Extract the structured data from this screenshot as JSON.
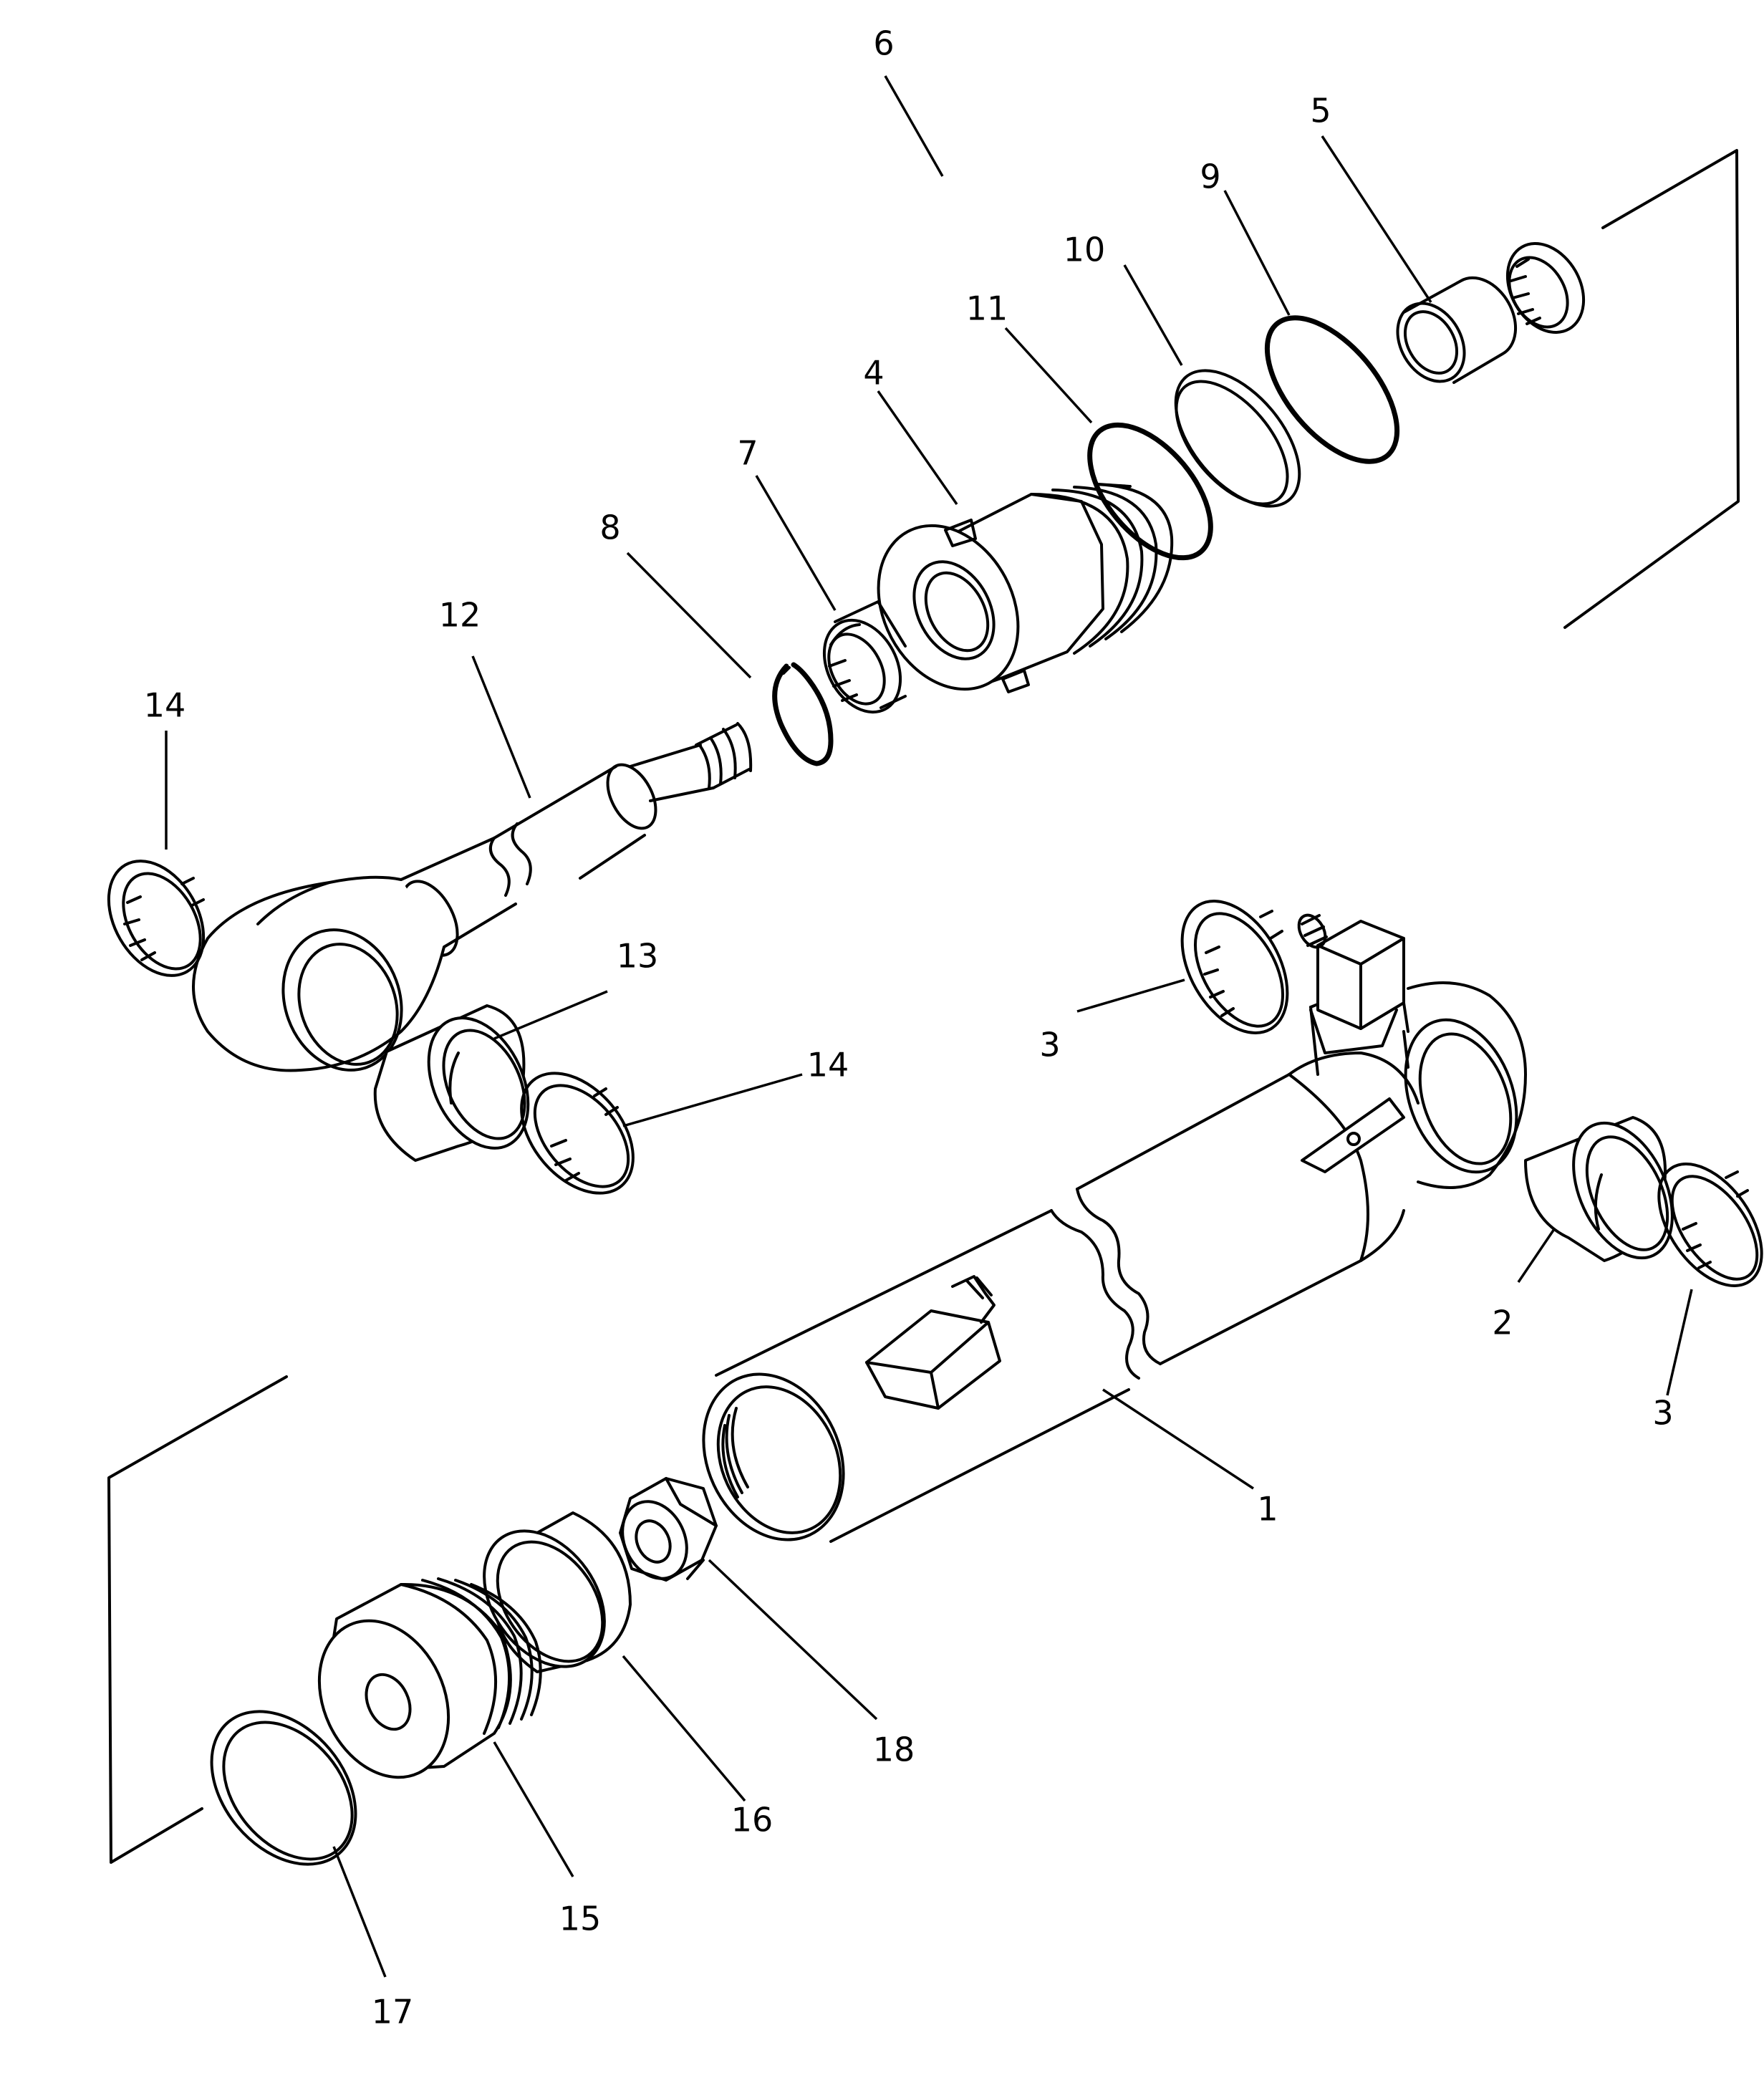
{
  "diagram": {
    "line_color": "#000000",
    "background": "#ffffff",
    "parts": [
      {
        "id": "p1",
        "label": "1"
      },
      {
        "id": "p2",
        "label": "2"
      },
      {
        "id": "p3a",
        "label": "3"
      },
      {
        "id": "p3b",
        "label": "3"
      },
      {
        "id": "p4",
        "label": "4"
      },
      {
        "id": "p5",
        "label": "5"
      },
      {
        "id": "p6",
        "label": "6"
      },
      {
        "id": "p7",
        "label": "7"
      },
      {
        "id": "p8",
        "label": "8"
      },
      {
        "id": "p9",
        "label": "9"
      },
      {
        "id": "p10",
        "label": "10"
      },
      {
        "id": "p11",
        "label": "11"
      },
      {
        "id": "p12",
        "label": "12"
      },
      {
        "id": "p13",
        "label": "13"
      },
      {
        "id": "p14a",
        "label": "14"
      },
      {
        "id": "p14b",
        "label": "14"
      },
      {
        "id": "p15",
        "label": "15"
      },
      {
        "id": "p16",
        "label": "16"
      },
      {
        "id": "p17",
        "label": "17"
      },
      {
        "id": "p18",
        "label": "18"
      }
    ]
  }
}
